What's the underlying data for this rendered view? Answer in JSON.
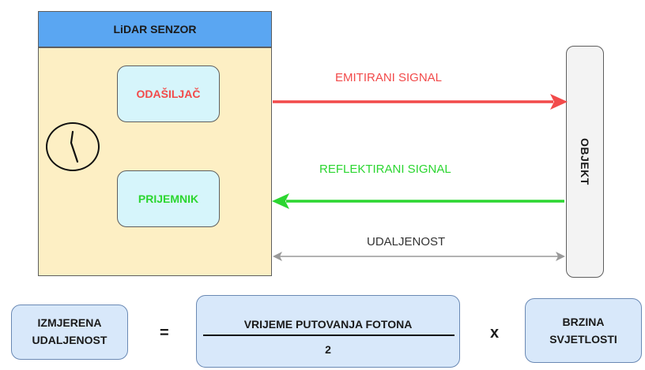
{
  "sensor": {
    "title": "LiDAR SENZOR",
    "emitter_label": "ODAŠILJAČ",
    "receiver_label": "PRIJEMNIK",
    "icon": "clock-icon"
  },
  "target": {
    "label": "OBJEKT"
  },
  "signals": {
    "emitted": "EMITIRANI SIGNAL",
    "reflected": "REFLEKTIRANI SIGNAL",
    "distance": "UDALJENOST"
  },
  "formula": {
    "lhs": [
      "IZMJERENA",
      "UDALJENOST"
    ],
    "equals": "=",
    "numerator": "VRIJEME PUTOVANJA FOTONA",
    "denominator": "2",
    "times": "x",
    "rhs": [
      "BRZINA",
      "SVJETLOSTI"
    ]
  },
  "colors": {
    "sensor_header": "#5aa6f2",
    "sensor_body": "#fdefc4",
    "inner_box": "#d6f5fb",
    "emitted": "#f24a4a",
    "reflected": "#2bd630",
    "distance": "#999999",
    "formula_box": "#d8e8fa"
  }
}
